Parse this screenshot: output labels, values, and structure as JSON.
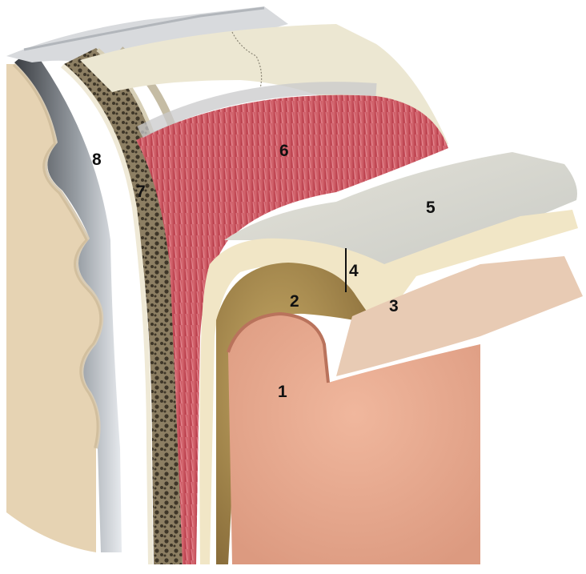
{
  "diagram": {
    "labels": [
      {
        "id": "1",
        "text": "1"
      },
      {
        "id": "2",
        "text": "2"
      },
      {
        "id": "3",
        "text": "3"
      },
      {
        "id": "4",
        "text": "4"
      },
      {
        "id": "5",
        "text": "5"
      },
      {
        "id": "6",
        "text": "6"
      },
      {
        "id": "7",
        "text": "7"
      },
      {
        "id": "8",
        "text": "8"
      }
    ]
  },
  "colors": {
    "background": "#ffffff",
    "skin": "#e8a98f",
    "fat": "#b89a5a",
    "dermis_cream": "#f1e6c6",
    "fascia_gray": "#d9dcdc",
    "muscle_red": "#c9505a",
    "bone_tan": "#bfb08a",
    "cortical_cream": "#efe9d6",
    "dura_gray": "#9aa0a6",
    "brain_beige": "#e6d3b3"
  }
}
